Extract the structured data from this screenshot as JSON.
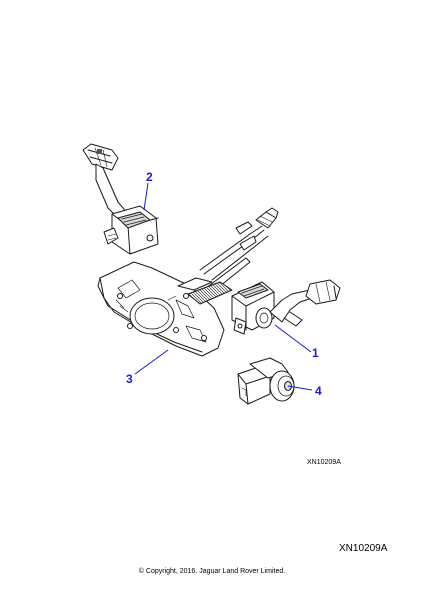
{
  "diagram": {
    "callouts": [
      {
        "number": "1"
      },
      {
        "number": "2"
      },
      {
        "number": "3"
      },
      {
        "number": "4"
      }
    ],
    "reference_small": "XN10209A",
    "reference_large": "XN10209A",
    "copyright": "© Copyright, 2016. Jaguar Land Rover Limited.",
    "colors": {
      "callout": "#1a1ad8",
      "line": "#1a1a1a",
      "fill": "#ffffff",
      "shade": "#d9d9d9",
      "dark": "#555555"
    }
  }
}
